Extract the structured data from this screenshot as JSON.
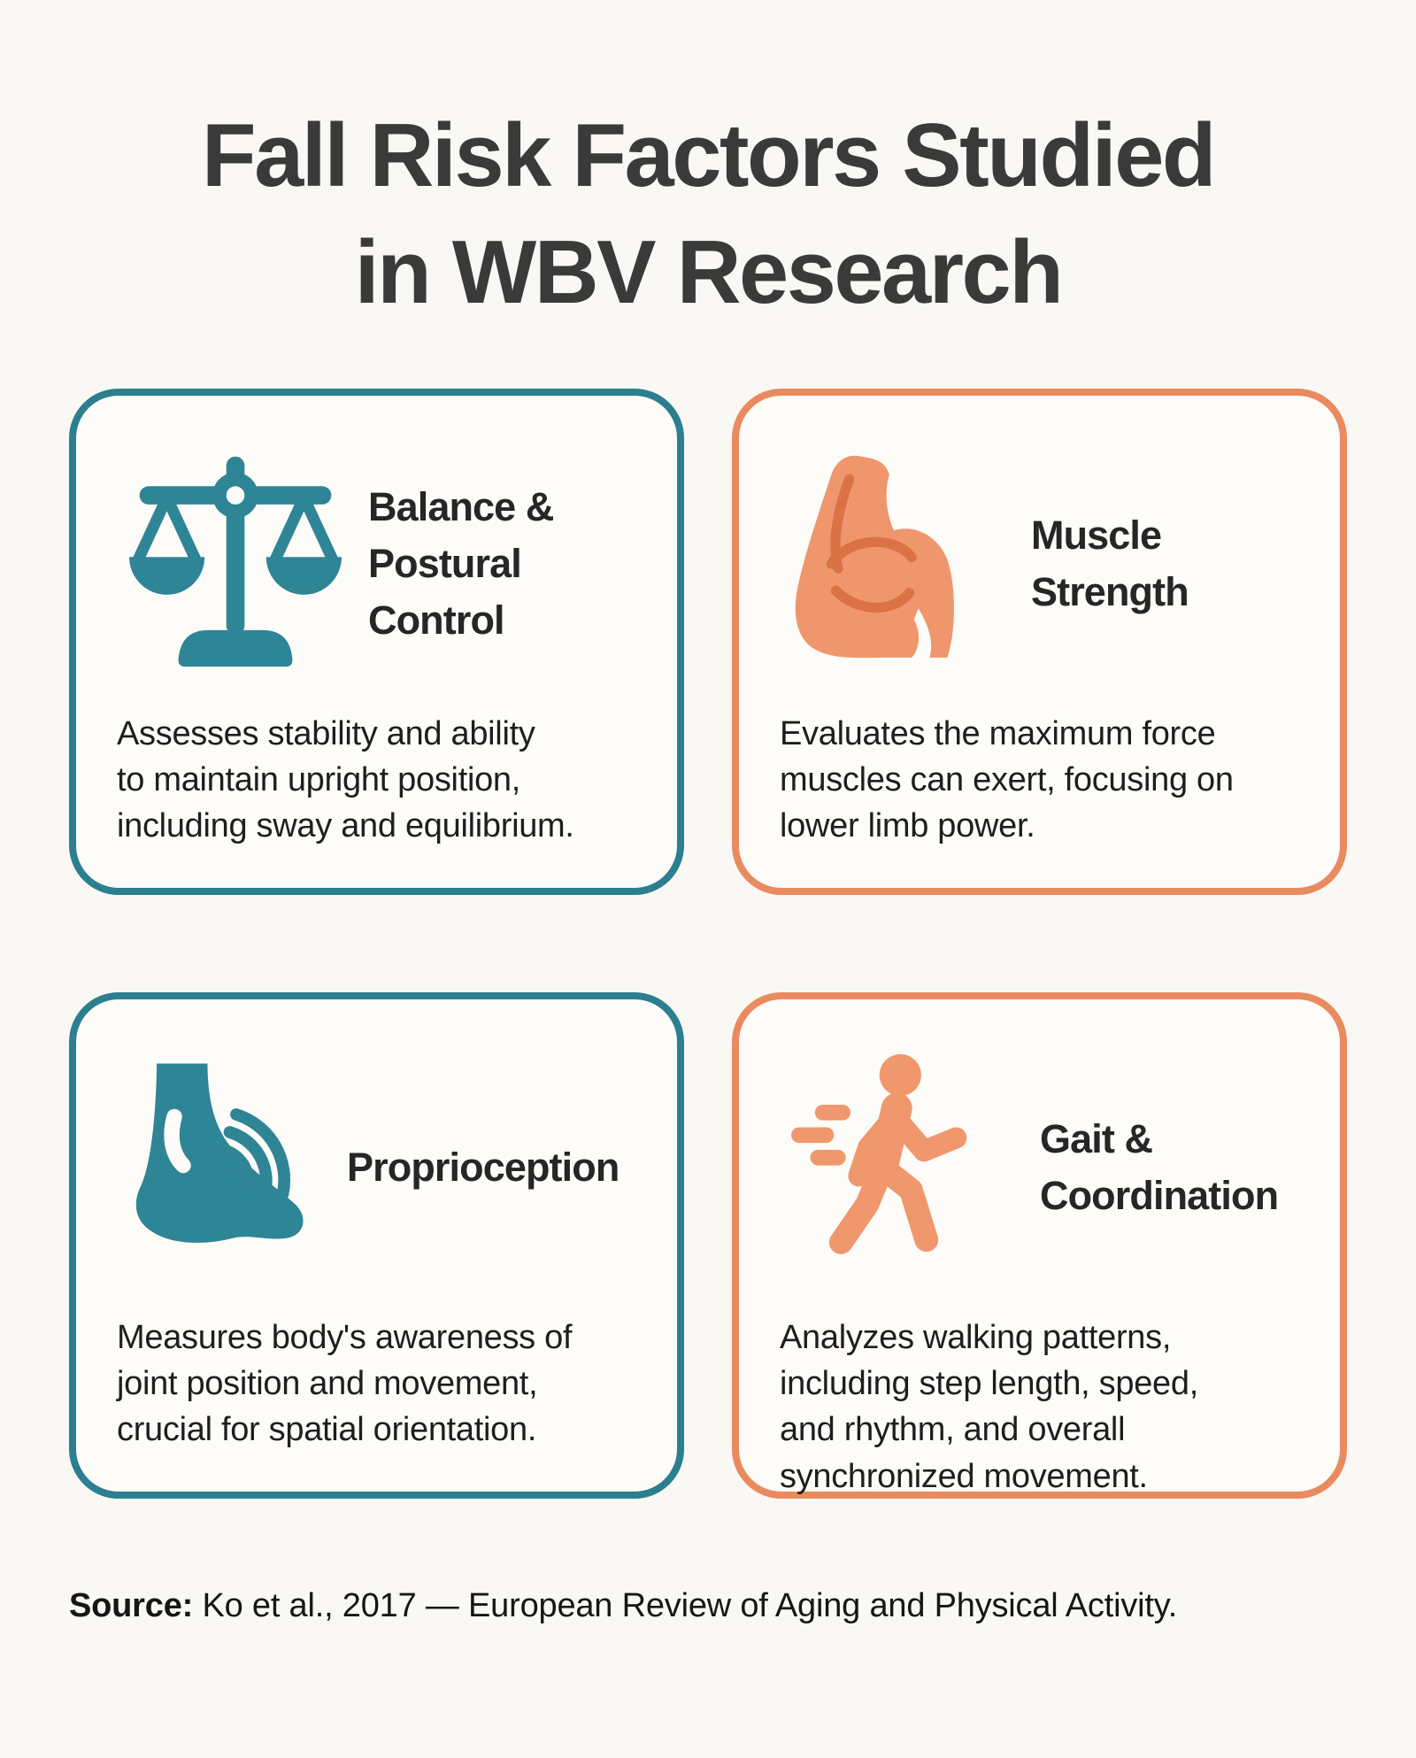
{
  "page": {
    "title": "Fall Risk Factors Studied\nin WBV Research",
    "background": "#FAF8F4"
  },
  "colors": {
    "teal": "#2B7F8F",
    "teal_icon": "#2E8596",
    "orange": "#E98A5F",
    "orange_icon": "#F0966C",
    "orange_icon_detail": "#DB7245",
    "title_text": "#3A3A3A",
    "body_text": "#1E1E1E"
  },
  "cards": [
    {
      "id": "balance-postural-control",
      "accent": "teal",
      "icon": "balance-scale-icon",
      "title": "Balance &\nPostural\nControl",
      "description": "Assesses stability and ability\nto maintain upright position,\nincluding sway and equilibrium."
    },
    {
      "id": "muscle-strength",
      "accent": "orange",
      "icon": "flexed-bicep-icon",
      "title": "Muscle\nStrength",
      "description": "Evaluates the maximum force\nmuscles can exert, focusing on\nlower limb power."
    },
    {
      "id": "proprioception",
      "accent": "teal",
      "icon": "foot-sensation-icon",
      "title": "Proprioception",
      "description": "Measures body's awareness of\njoint position and movement,\ncrucial for spatial orientation."
    },
    {
      "id": "gait-coordination",
      "accent": "orange",
      "icon": "walking-person-icon",
      "title": "Gait &\nCoordination",
      "description": "Analyzes walking patterns,\nincluding step length, speed,\nand rhythm, and overall\nsynchronized movement."
    }
  ],
  "source": {
    "label": "Source:",
    "text": "Ko et al., 2017 — European Review of Aging and Physical Activity."
  }
}
